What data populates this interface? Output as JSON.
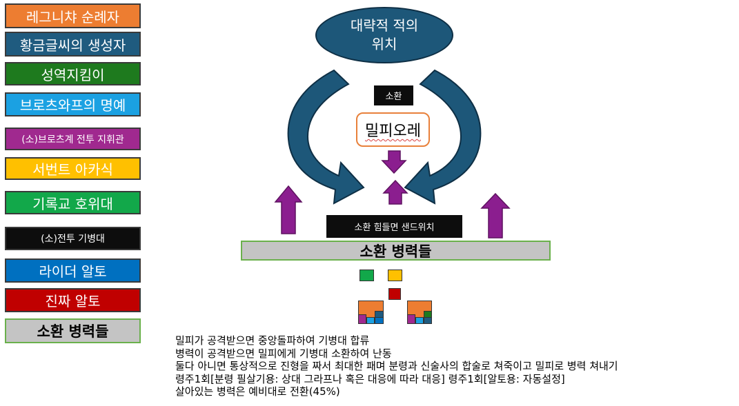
{
  "legend": [
    {
      "label": "레그니챠 순례자",
      "color": "#ed7d31"
    },
    {
      "label": "황금글씨의 생성자",
      "color": "#1f5b7f"
    },
    {
      "label": "성역지킴이",
      "color": "#1e7a1e"
    },
    {
      "label": "브로츠와프의 명예",
      "color": "#1ba1e2"
    },
    {
      "label": "(소)브로츠계 전투 지휘관",
      "color": "#a0298f"
    },
    {
      "label": "서번트 아카식",
      "color": "#ffc000"
    },
    {
      "label": "기록교 호위대",
      "color": "#12a84a"
    },
    {
      "label": "(소)전투 기병대",
      "color": "#0d0d0d"
    },
    {
      "label": "라이더 알토",
      "color": "#0070c0"
    },
    {
      "label": "진짜 알토",
      "color": "#c00000"
    },
    {
      "label": "소환 병력들",
      "color": "#c4c4c4"
    }
  ],
  "diagram": {
    "oval_label": "대략적 적의 위치",
    "summon_label": "소환",
    "milpi_label": "밀피오레",
    "sandwich_label": "소환 힘들면 샌드위치",
    "troops_label": "소환 병력들"
  },
  "colors": {
    "arrow_blue": "#1d5779",
    "arrow_purple": "#8b1e8f"
  },
  "notes": [
    "밀피가 공격받으면 중앙돌파하여 기병대 합류",
    "병력이 공격받으면 밀피에게 기병대 소환하여 난동",
    "둘다 아니면 통상적으로 진형을 짜서 최대한 패며 분령과 신술사의 합술로 쳐죽이고 밀피로 병력 쳐내기",
    "령주1회[분령 필살기용: 상대 그라프나 혹은 대응에 따라 대응] 령주1회[알토용: 자동설정]",
    "살아있는 병력은 예비대로 전환(45%)"
  ]
}
